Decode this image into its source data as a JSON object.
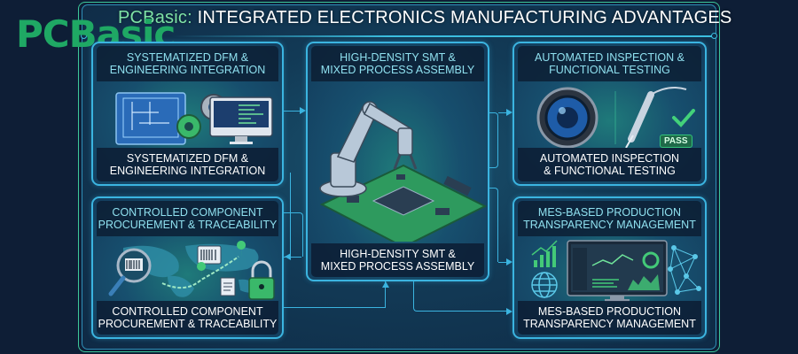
{
  "logo": {
    "text": "PCBasic"
  },
  "header": {
    "brand": "PCBasic:",
    "title": "INTEGRATED ELECTRONICS MANUFACTURING ADVANTAGES"
  },
  "panels": [
    {
      "id": "dfm",
      "header": [
        "SYSTEMATIZED DFM &",
        "ENGINEERING INTEGRATION"
      ],
      "footer": [
        "SYSTEMATIZED DFM &",
        "ENGINEERING INTEGRATION"
      ],
      "icons": [
        "blueprint-icon",
        "gear-icon",
        "monitor-code-icon"
      ]
    },
    {
      "id": "procurement",
      "header": [
        "CONTROLLED COMPONENT",
        "PROCUREMENT & TRACEABILITY"
      ],
      "footer": [
        "CONTROLLED COMPONENT",
        "PROCUREMENT & TRACEABILITY"
      ],
      "icons": [
        "magnifier-barcode-icon",
        "world-map-icon",
        "barcode-tag-icon",
        "location-pin-icon",
        "document-icon",
        "padlock-icon"
      ]
    },
    {
      "id": "smt",
      "header": [
        "HIGH-DENSITY SMT &",
        "MIXED PROCESS ASSEMBLY"
      ],
      "footer": [
        "HIGH-DENSITY SMT &",
        "MIXED PROCESS ASSEMBLY"
      ],
      "icons": [
        "robot-arm-icon",
        "pcb-board-icon"
      ]
    },
    {
      "id": "inspection",
      "header": [
        "AUTOMATED INSPECTION &",
        "FUNCTIONAL TESTING"
      ],
      "footer": [
        "AUTOMATED INSPECTION",
        "& FUNCTIONAL TESTING"
      ],
      "icons": [
        "camera-lens-icon",
        "test-probe-icon",
        "checkmark-icon"
      ],
      "badge": "PASS"
    },
    {
      "id": "mes",
      "header": [
        "MES-BASED PRODUCTION",
        "TRANSPARENCY MANAGEMENT"
      ],
      "footer": [
        "MES-BASED PRODUCTION",
        "TRANSPARENCY MANAGEMENT"
      ],
      "icons": [
        "growth-chart-icon",
        "globe-icon",
        "dashboard-monitor-icon",
        "network-nodes-icon"
      ]
    }
  ],
  "colors": {
    "background": "#0e1e36",
    "accent_cyan": "#3bb4e0",
    "accent_green": "#3cc79a",
    "logo_green": "#1fa864",
    "header_text": "#8fe0ef"
  }
}
